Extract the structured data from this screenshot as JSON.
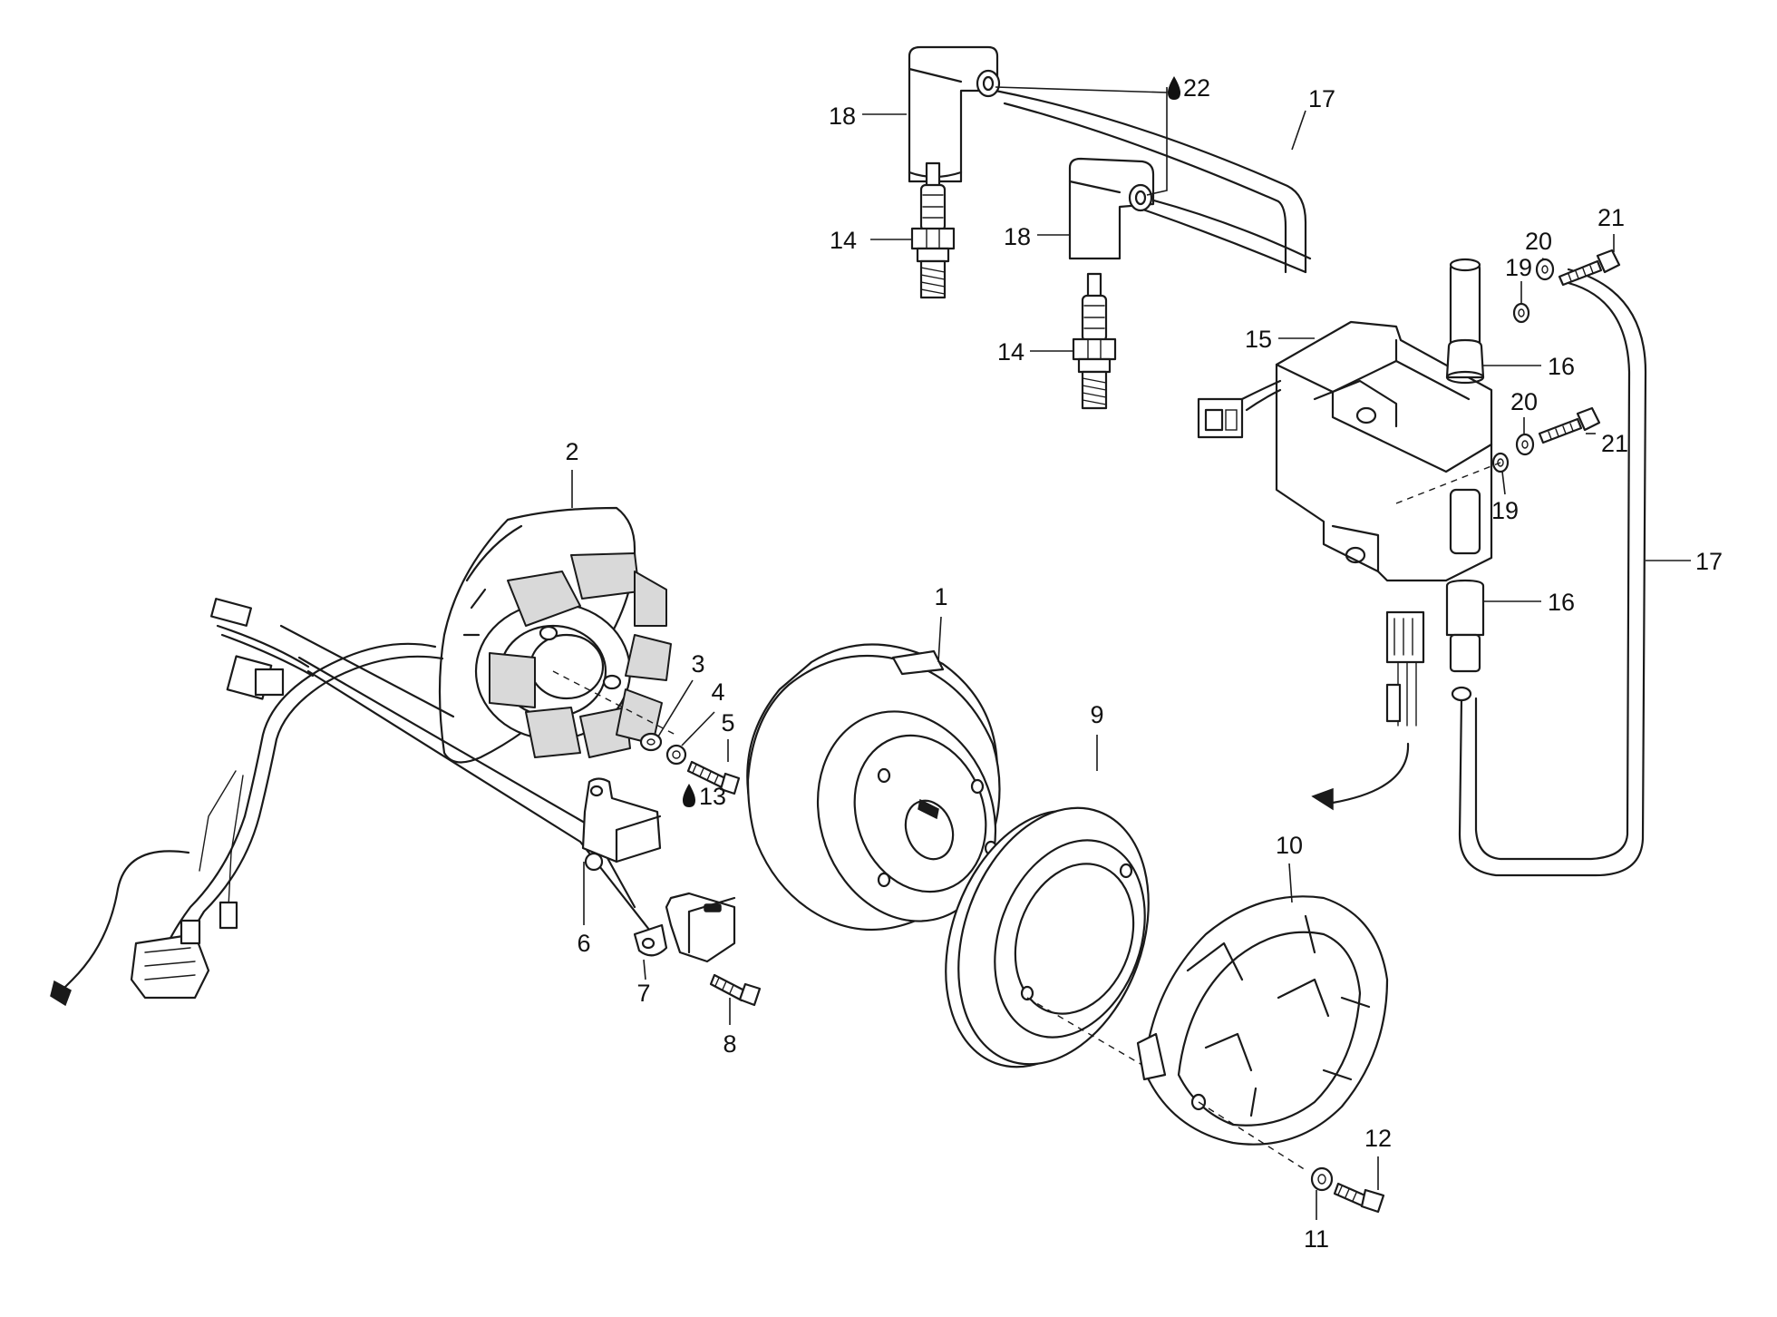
{
  "callouts": {
    "c1": "1",
    "c2": "2",
    "c3": "3",
    "c4": "4",
    "c5": "5",
    "c6": "6",
    "c7": "7",
    "c8": "8",
    "c9": "9",
    "c10": "10",
    "c11": "11",
    "c12": "12",
    "c13": "13",
    "c14a": "14",
    "c14b": "14",
    "c15": "15",
    "c16a": "16",
    "c16b": "16",
    "c17a": "17",
    "c17b": "17",
    "c18a": "18",
    "c18b": "18",
    "c19a": "19",
    "c19b": "19",
    "c20a": "20",
    "c20b": "20",
    "c21a": "21",
    "c21b": "21",
    "c22": "22"
  },
  "icons": {
    "sealant": "drop-icon"
  }
}
